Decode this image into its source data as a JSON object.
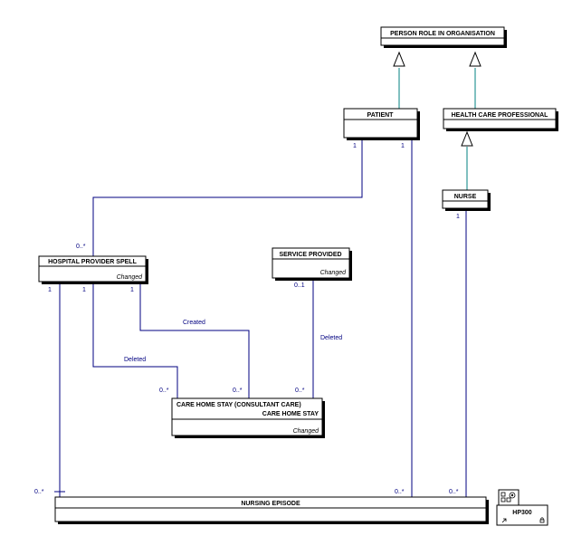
{
  "entities": {
    "person_role": {
      "name": "PERSON ROLE IN ORGANISATION"
    },
    "patient": {
      "name": "PATIENT"
    },
    "hcp": {
      "name": "HEALTH CARE PROFESSIONAL"
    },
    "nurse": {
      "name": "NURSE"
    },
    "hps": {
      "name": "HOSPITAL PROVIDER SPELL",
      "stereotype": "Changed"
    },
    "service": {
      "name": "SERVICE PROVIDED",
      "stereotype": "Changed"
    },
    "chs": {
      "name_line1": "CARE HOME STAY (CONSULTANT CARE)",
      "name_line2": "CARE HOME STAY",
      "stereotype": "Changed"
    },
    "nursing": {
      "name": "NURSING EPISODE"
    }
  },
  "multiplicities": {
    "patient_left": "1",
    "patient_right": "1",
    "nurse_bottom": "1",
    "hps_top": "0..*",
    "hps_b1": "1",
    "hps_b2": "1",
    "hps_b3": "1",
    "service_bottom": "0..1",
    "chs_left": "0..*",
    "chs_mid": "0..*",
    "chs_right": "0..*",
    "nursing_left": "0..*",
    "nursing_mid": "0..*",
    "nursing_right": "0..*"
  },
  "relationships": {
    "created": "Created",
    "deleted_left": "Deleted",
    "deleted_right": "Deleted"
  },
  "stamp": {
    "label": "HP300"
  }
}
